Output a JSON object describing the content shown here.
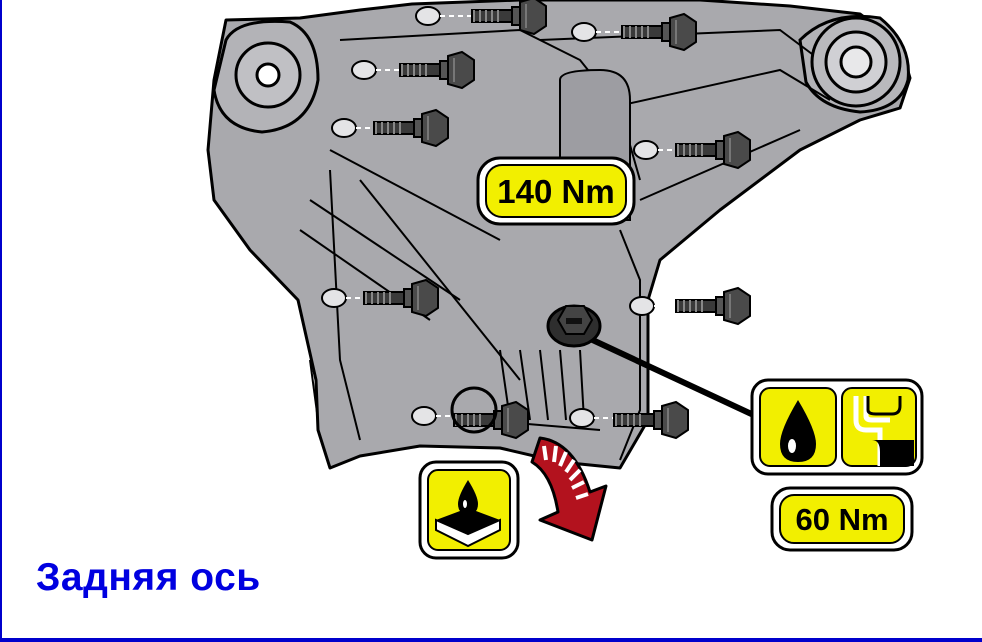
{
  "caption": "Задняя ось",
  "labels": {
    "housing_bolts_torque": "140 Nm",
    "drain_plug_torque": "60 Nm"
  },
  "icons": {
    "fill_level": "oil-level-check-icon",
    "oil_drop": "oil-drop-icon",
    "drain": "oil-drain-pan-icon",
    "direction": "drain-direction-arrow-icon"
  },
  "colors": {
    "caption_text": "#0000e0",
    "frame": "#0000cc",
    "label_fill": "#f2ef00",
    "housing": "#a9a9ad",
    "arrow": "#b3121e"
  }
}
